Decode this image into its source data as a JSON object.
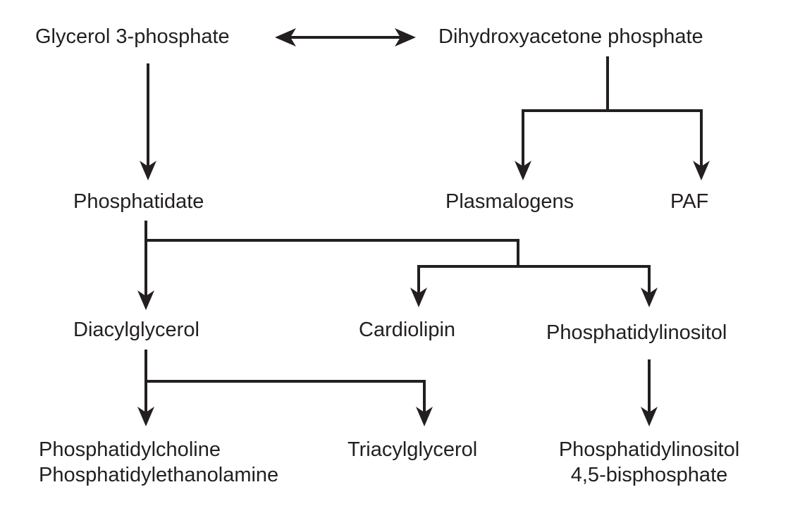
{
  "colors": {
    "ink": "#231f20",
    "background": "#ffffff"
  },
  "nodes": {
    "glycerol3p": "Glycerol 3-phosphate",
    "dhap": "Dihydroxyacetone phosphate",
    "phosphatidate": "Phosphatidate",
    "plasmalogens": "Plasmalogens",
    "paf": "PAF",
    "diacylglycerol": "Diacylglycerol",
    "cardiolipin": "Cardiolipin",
    "phosphatidylinositol": "Phosphatidylinositol",
    "pc_line1": "Phosphatidylcholine",
    "pc_line2": "Phosphatidylethanolamine",
    "triacylglycerol": "Triacylglycerol",
    "pip2_line1": "Phosphatidylinositol",
    "pip2_line2": "4,5-bisphosphate"
  }
}
